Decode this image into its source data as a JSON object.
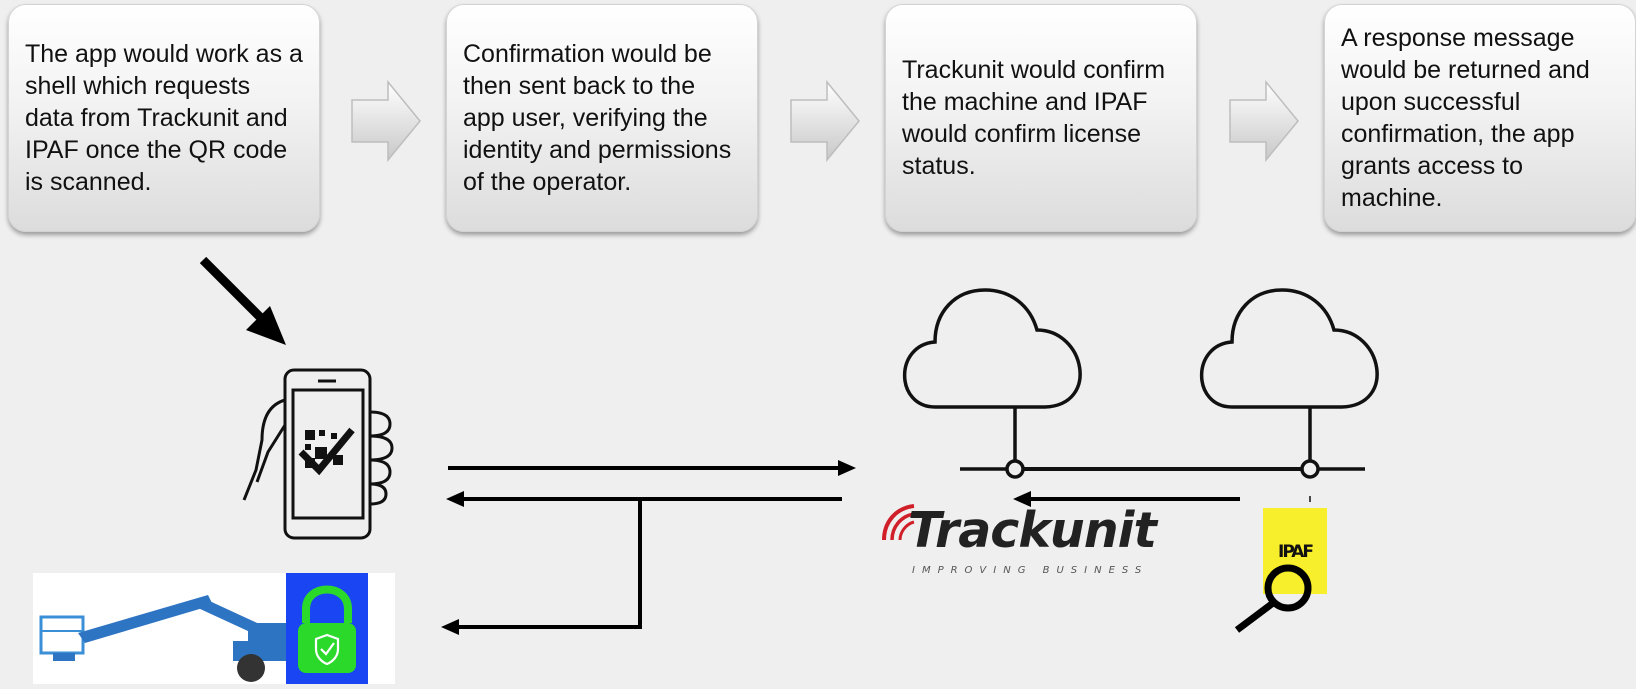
{
  "steps": [
    {
      "text": "The app would work as a shell which requests data from Trackunit and IPAF once the QR code is scanned."
    },
    {
      "text": "Confirmation would be then sent back to the app user, verifying the identity and permissions of the operator."
    },
    {
      "text": "Trackunit  would confirm the machine and IPAF would confirm license status."
    },
    {
      "text": "A response message would be returned and upon successful confirmation, the app grants access to machine."
    }
  ],
  "logos": {
    "trackunit_name": "Trackunit",
    "trackunit_tagline": "IMPROVING BUSINESS",
    "ipaf_text": "IPAF"
  },
  "colors": {
    "lock_panel": "#1a45f2",
    "lock_green": "#2bd92b",
    "ipaf_yellow": "#f7ee2c",
    "trackunit_red": "#d11f2a"
  }
}
